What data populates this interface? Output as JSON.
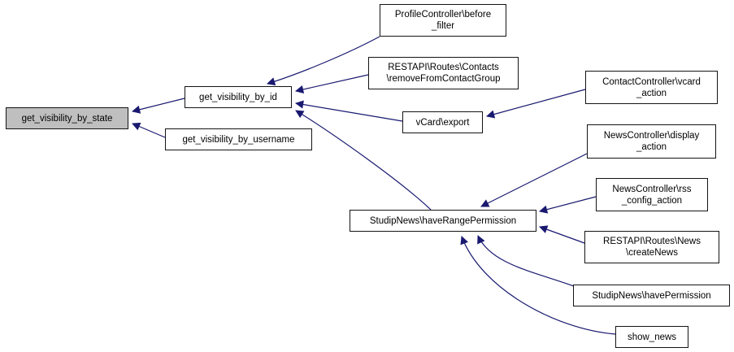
{
  "diagram": {
    "type": "call-graph",
    "background_color": "#ffffff",
    "edge_color": "#191970",
    "node_border_color": "#141414",
    "node_fill": "#ffffff",
    "highlight_fill": "#bfbfbf",
    "nodes": [
      {
        "id": "get_visibility_by_state",
        "label": "get_visibility_by_state",
        "highlighted": true
      },
      {
        "id": "get_visibility_by_id",
        "label": "get_visibility_by_id",
        "highlighted": false
      },
      {
        "id": "get_visibility_by_username",
        "label": "get_visibility_by_username",
        "highlighted": false
      },
      {
        "id": "ProfileController::before_filter",
        "label": "ProfileController\\before\n_filter",
        "highlighted": false
      },
      {
        "id": "RESTAPI::Routes::Contacts::removeFromContactGroup",
        "label": "RESTAPI\\Routes\\Contacts\n\\removeFromContactGroup",
        "highlighted": false
      },
      {
        "id": "vCard::export",
        "label": "vCard\\export",
        "highlighted": false
      },
      {
        "id": "ContactController::vcard_action",
        "label": "ContactController\\vcard\n_action",
        "highlighted": false
      },
      {
        "id": "NewsController::display_action",
        "label": "NewsController\\display\n_action",
        "highlighted": false
      },
      {
        "id": "StudipNews::haveRangePermission",
        "label": "StudipNews\\haveRangePermission",
        "highlighted": false
      },
      {
        "id": "NewsController::rss_config_action",
        "label": "NewsController\\rss\n_config_action",
        "highlighted": false
      },
      {
        "id": "RESTAPI::Routes::News::createNews",
        "label": "RESTAPI\\Routes\\News\n\\createNews",
        "highlighted": false
      },
      {
        "id": "StudipNews::havePermission",
        "label": "StudipNews\\havePermission",
        "highlighted": false
      },
      {
        "id": "show_news",
        "label": "show_news",
        "highlighted": false
      }
    ],
    "edges": [
      {
        "from": "get_visibility_by_id",
        "to": "get_visibility_by_state"
      },
      {
        "from": "get_visibility_by_username",
        "to": "get_visibility_by_state"
      },
      {
        "from": "ProfileController::before_filter",
        "to": "get_visibility_by_id"
      },
      {
        "from": "RESTAPI::Routes::Contacts::removeFromContactGroup",
        "to": "get_visibility_by_id"
      },
      {
        "from": "vCard::export",
        "to": "get_visibility_by_id"
      },
      {
        "from": "StudipNews::haveRangePermission",
        "to": "get_visibility_by_id"
      },
      {
        "from": "ContactController::vcard_action",
        "to": "vCard::export"
      },
      {
        "from": "NewsController::display_action",
        "to": "StudipNews::haveRangePermission"
      },
      {
        "from": "NewsController::rss_config_action",
        "to": "StudipNews::haveRangePermission"
      },
      {
        "from": "RESTAPI::Routes::News::createNews",
        "to": "StudipNews::haveRangePermission"
      },
      {
        "from": "StudipNews::havePermission",
        "to": "StudipNews::haveRangePermission"
      },
      {
        "from": "show_news",
        "to": "StudipNews::haveRangePermission"
      }
    ]
  }
}
